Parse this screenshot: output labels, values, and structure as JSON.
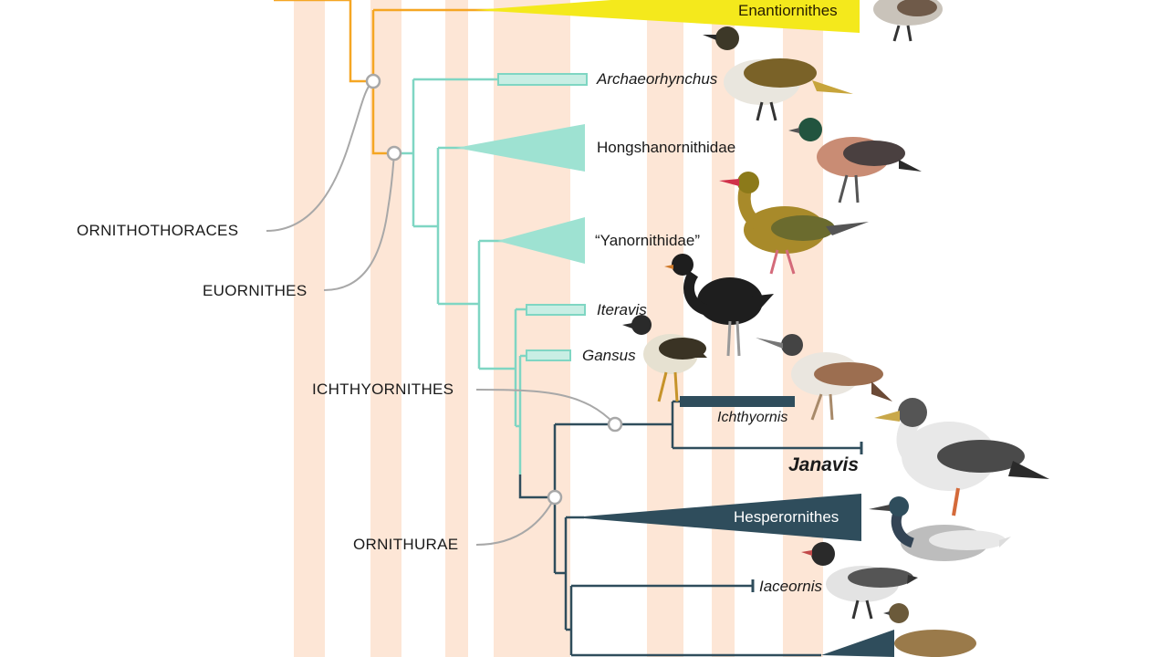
{
  "colors": {
    "stripe": "#fde6d6",
    "ornithothoraces_branch": "#f5a623",
    "enantiornithes": "#f4e91c",
    "euornithes_branch": "#7fd6c3",
    "ornithurae_branch": "#2f4d5c",
    "clade_pointer": "#a8a8a8"
  },
  "clades": {
    "ornithothoraces": "ORNITHOTHORACES",
    "euornithes": "EUORNITHES",
    "ichthyornithes": "ICHTHYORNITHES",
    "ornithurae": "ORNITHURAE"
  },
  "taxa": {
    "enantiornithes": "Enantiornithes",
    "archaeorhynchus": "Archaeorhynchus",
    "hongshanornithidae": "Hongshanornithidae",
    "yanornithidae": "“Yanornithidae”",
    "iteravis": "Iteravis",
    "gansus": "Gansus",
    "ichthyornis": "Ichthyornis",
    "janavis": "Janavis",
    "hesperornithes": "Hesperornithes",
    "iaceornis": "Iaceornis"
  },
  "bird_illustrations": [
    "enantiornithine-bird",
    "archaeorhynchus-bird",
    "hongshanornithid-bird",
    "yanornithid-bird",
    "iteravis-bird",
    "gansus-bird",
    "ichthyornis-bird",
    "janavis-bird",
    "hesperornithine-bird",
    "iaceornis-bird",
    "crown-bird"
  ]
}
